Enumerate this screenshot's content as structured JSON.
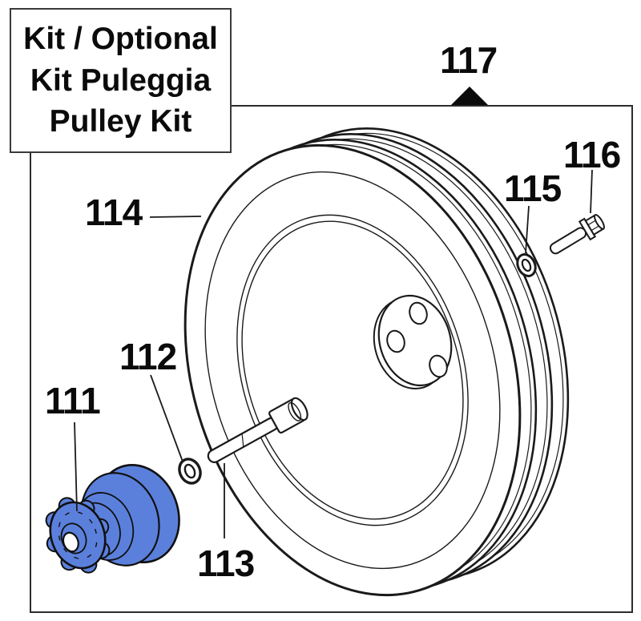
{
  "legend": {
    "lines": [
      "Kit / Optional",
      "Kit Puleggia",
      "Pulley Kit"
    ]
  },
  "callouts": {
    "c111": "111",
    "c112": "112",
    "c113": "113",
    "c114": "114",
    "c115": "115",
    "c116": "116",
    "c117": "117"
  },
  "colors": {
    "highlight_blue": "#5b80dc",
    "highlight_blue_light": "#a9bdf0",
    "line_black": "#1a1a1a",
    "background": "#ffffff"
  }
}
